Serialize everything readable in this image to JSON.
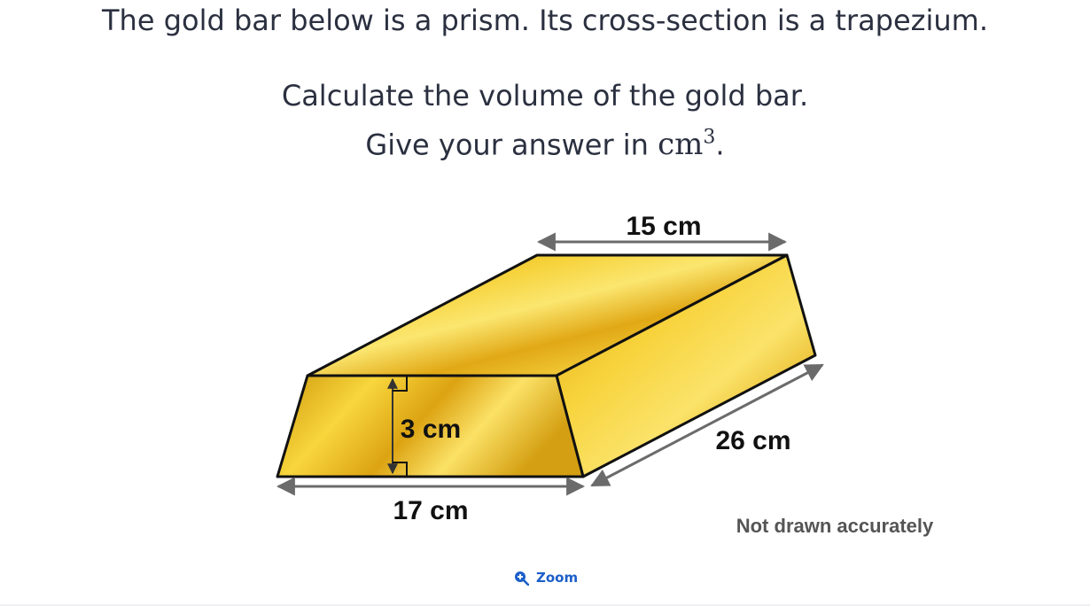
{
  "question": {
    "line1": "The gold bar below is a prism. Its cross-section is a trapezium.",
    "line2": "Calculate the volume of the gold bar.",
    "line3_prefix": "Give your answer in ",
    "unit_base": "cm",
    "unit_exponent": "3",
    "line3_suffix": "."
  },
  "figure": {
    "top_length_label": "15 cm",
    "height_label": "3 cm",
    "bottom_length_label": "17 cm",
    "depth_label": "26 cm",
    "note": "Not drawn accurately",
    "colors": {
      "gold_light": "#fbe36a",
      "gold_mid": "#f0c21c",
      "gold_dark": "#c8940b",
      "outline": "#111111",
      "arrow": "#6b6b6b"
    }
  },
  "zoom": {
    "label": "Zoom",
    "icon": "zoom-in-icon"
  }
}
